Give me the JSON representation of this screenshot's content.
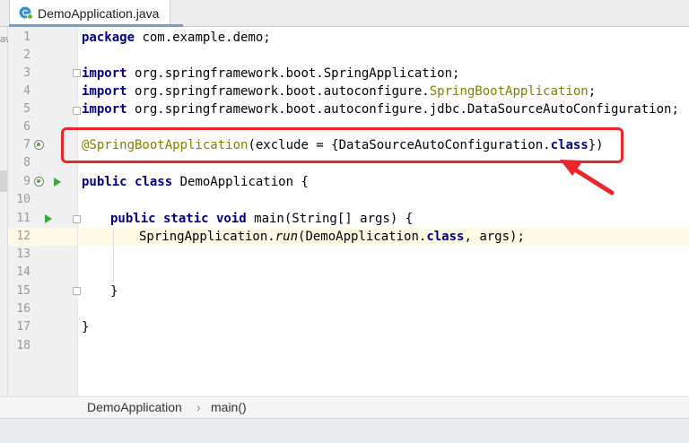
{
  "editor": {
    "file_tab": {
      "label": "DemoApplication.java",
      "icon": "java-class-icon"
    },
    "left_panel_hint": "av",
    "lines": [
      {
        "n": "1"
      },
      {
        "n": "2"
      },
      {
        "n": "3"
      },
      {
        "n": "4"
      },
      {
        "n": "5"
      },
      {
        "n": "6"
      },
      {
        "n": "7"
      },
      {
        "n": "8"
      },
      {
        "n": "9"
      },
      {
        "n": "10"
      },
      {
        "n": "11"
      },
      {
        "n": "12"
      },
      {
        "n": "13"
      },
      {
        "n": "14"
      },
      {
        "n": "15"
      },
      {
        "n": "16"
      },
      {
        "n": "17"
      },
      {
        "n": "18"
      }
    ],
    "code": {
      "l1": {
        "kw": "package",
        "rest": " com.example.demo;"
      },
      "l3": {
        "kw": "import",
        "rest": " org.springframework.boot.SpringApplication;"
      },
      "l4": {
        "kw": "import",
        "rest": " org.springframework.boot.autoconfigure.",
        "ann": "SpringBootApplication",
        "end": ";"
      },
      "l5": {
        "kw": "import",
        "rest": " org.springframework.boot.autoconfigure.jdbc.DataSourceAutoConfiguration;"
      },
      "l7": {
        "ann": "@SpringBootApplication",
        "mid": "(exclude = {DataSourceAutoConfiguration.",
        "kw": "class",
        "end": "})"
      },
      "l9": {
        "kw": "public class",
        "rest": " DemoApplication {"
      },
      "l11": {
        "kw": "public static void",
        "rest": " main(String[] args) {"
      },
      "l12": {
        "pre": "SpringApplication.",
        "it": "run",
        "mid": "(DemoApplication.",
        "kw": "class",
        "end": ", args);"
      },
      "l15": {
        "text": "}"
      },
      "l17": {
        "text": "}"
      }
    },
    "current_line": "12",
    "colors": {
      "keyword": "#000080",
      "annotation": "#808000",
      "callout": "#e8262c",
      "current_line_bg": "#fffae3"
    }
  },
  "breadcrumb": {
    "items": [
      "DemoApplication",
      "main()"
    ]
  }
}
